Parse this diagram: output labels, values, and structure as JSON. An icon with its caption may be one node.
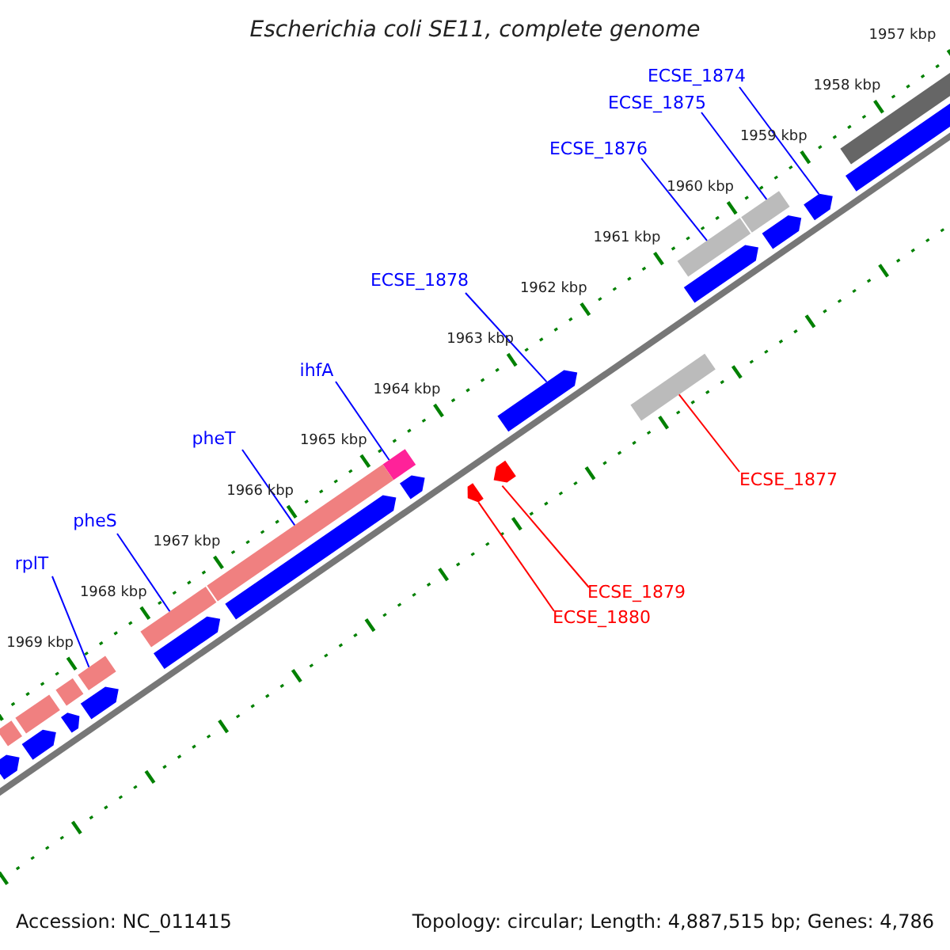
{
  "diagram": {
    "title": "Escherichia coli SE11, complete genome",
    "nodes": [
      {
        "text": [
          "ECSE_1874"
        ]
      },
      {
        "text": [
          "ECSE_1875"
        ]
      },
      {
        "text": [
          "ECSE_1876"
        ]
      },
      {
        "text": [
          "ECSE_1878"
        ]
      },
      {
        "text": [
          "ihfA"
        ]
      },
      {
        "text": [
          "pheT"
        ]
      },
      {
        "text": [
          "pheS"
        ]
      },
      {
        "text": [
          "rplT"
        ]
      },
      {
        "text": [
          "ECSE_1877"
        ]
      },
      {
        "text": [
          "ECSE_1879"
        ]
      },
      {
        "text": [
          "ECSE_1880"
        ]
      },
      {
        "text": [],
        "shape": "bar"
      },
      {
        "text": [],
        "shape": "bar"
      },
      {
        "text": [],
        "shape": "bar"
      },
      {
        "text": [],
        "shape": "bar"
      },
      {
        "text": [],
        "shape": "bar"
      },
      {
        "text": [],
        "shape": "bar"
      },
      {
        "text": [],
        "shape": "bar"
      },
      {
        "text": [],
        "shape": "bar"
      },
      {
        "text": [],
        "shape": "bar"
      },
      {
        "text": [],
        "shape": "bar"
      },
      {
        "text": [],
        "shape": "bar"
      },
      {
        "text": [],
        "shape": "bar"
      },
      {
        "text": [],
        "shape": "bar"
      },
      {
        "text": [],
        "shape": "bar"
      },
      {
        "text": [],
        "shape": "bar"
      },
      {
        "text": [],
        "shape": "bar"
      },
      {
        "text": [],
        "shape": "bar"
      },
      {
        "text": [],
        "shape": "bar"
      },
      {
        "text": [],
        "shape": "bar"
      },
      {
        "text": [],
        "shape": "bar"
      },
      {
        "text": [],
        "shape": "bar"
      },
      {
        "text": [],
        "shape": "bar"
      },
      {
        "text": [],
        "shape": "bar"
      },
      {
        "text": [],
        "shape": "bar"
      },
      {
        "text": [],
        "shape": "bar"
      }
    ],
    "edges": [
      {
        "from": 0,
        "to": 11,
        "arrow": "none"
      },
      {
        "from": 1,
        "to": 12,
        "arrow": "none"
      },
      {
        "from": 2,
        "to": 13,
        "arrow": "none"
      },
      {
        "from": 3,
        "to": 14,
        "arrow": "none"
      },
      {
        "from": 4,
        "to": 15,
        "arrow": "none"
      },
      {
        "from": 5,
        "to": 16,
        "arrow": "none"
      },
      {
        "from": 6,
        "to": 17,
        "arrow": "none"
      },
      {
        "from": 7,
        "to": 18,
        "arrow": "none"
      },
      {
        "from": 8,
        "to": 19,
        "arrow": "none",
        "color": "#ff0000"
      },
      {
        "from": 9,
        "to": 20,
        "arrow": "none",
        "color": "#ff0000"
      },
      {
        "from": 10,
        "to": 21,
        "arrow": "none",
        "color": "#ff0000"
      }
    ],
    "labels": [
      "1957 kbp",
      "1958 kbp",
      "1959 kbp",
      "1960 kbp",
      "1961 kbp",
      "1962 kbp",
      "1963 kbp",
      "1964 kbp",
      "1965 kbp",
      "1966 kbp",
      "1967 kbp",
      "1968 kbp",
      "1969 kbp",
      "Accession: NC_011415",
      "Topology: circular; Length: 4,887,515 bp; Genes: 4,786"
    ]
  }
}
